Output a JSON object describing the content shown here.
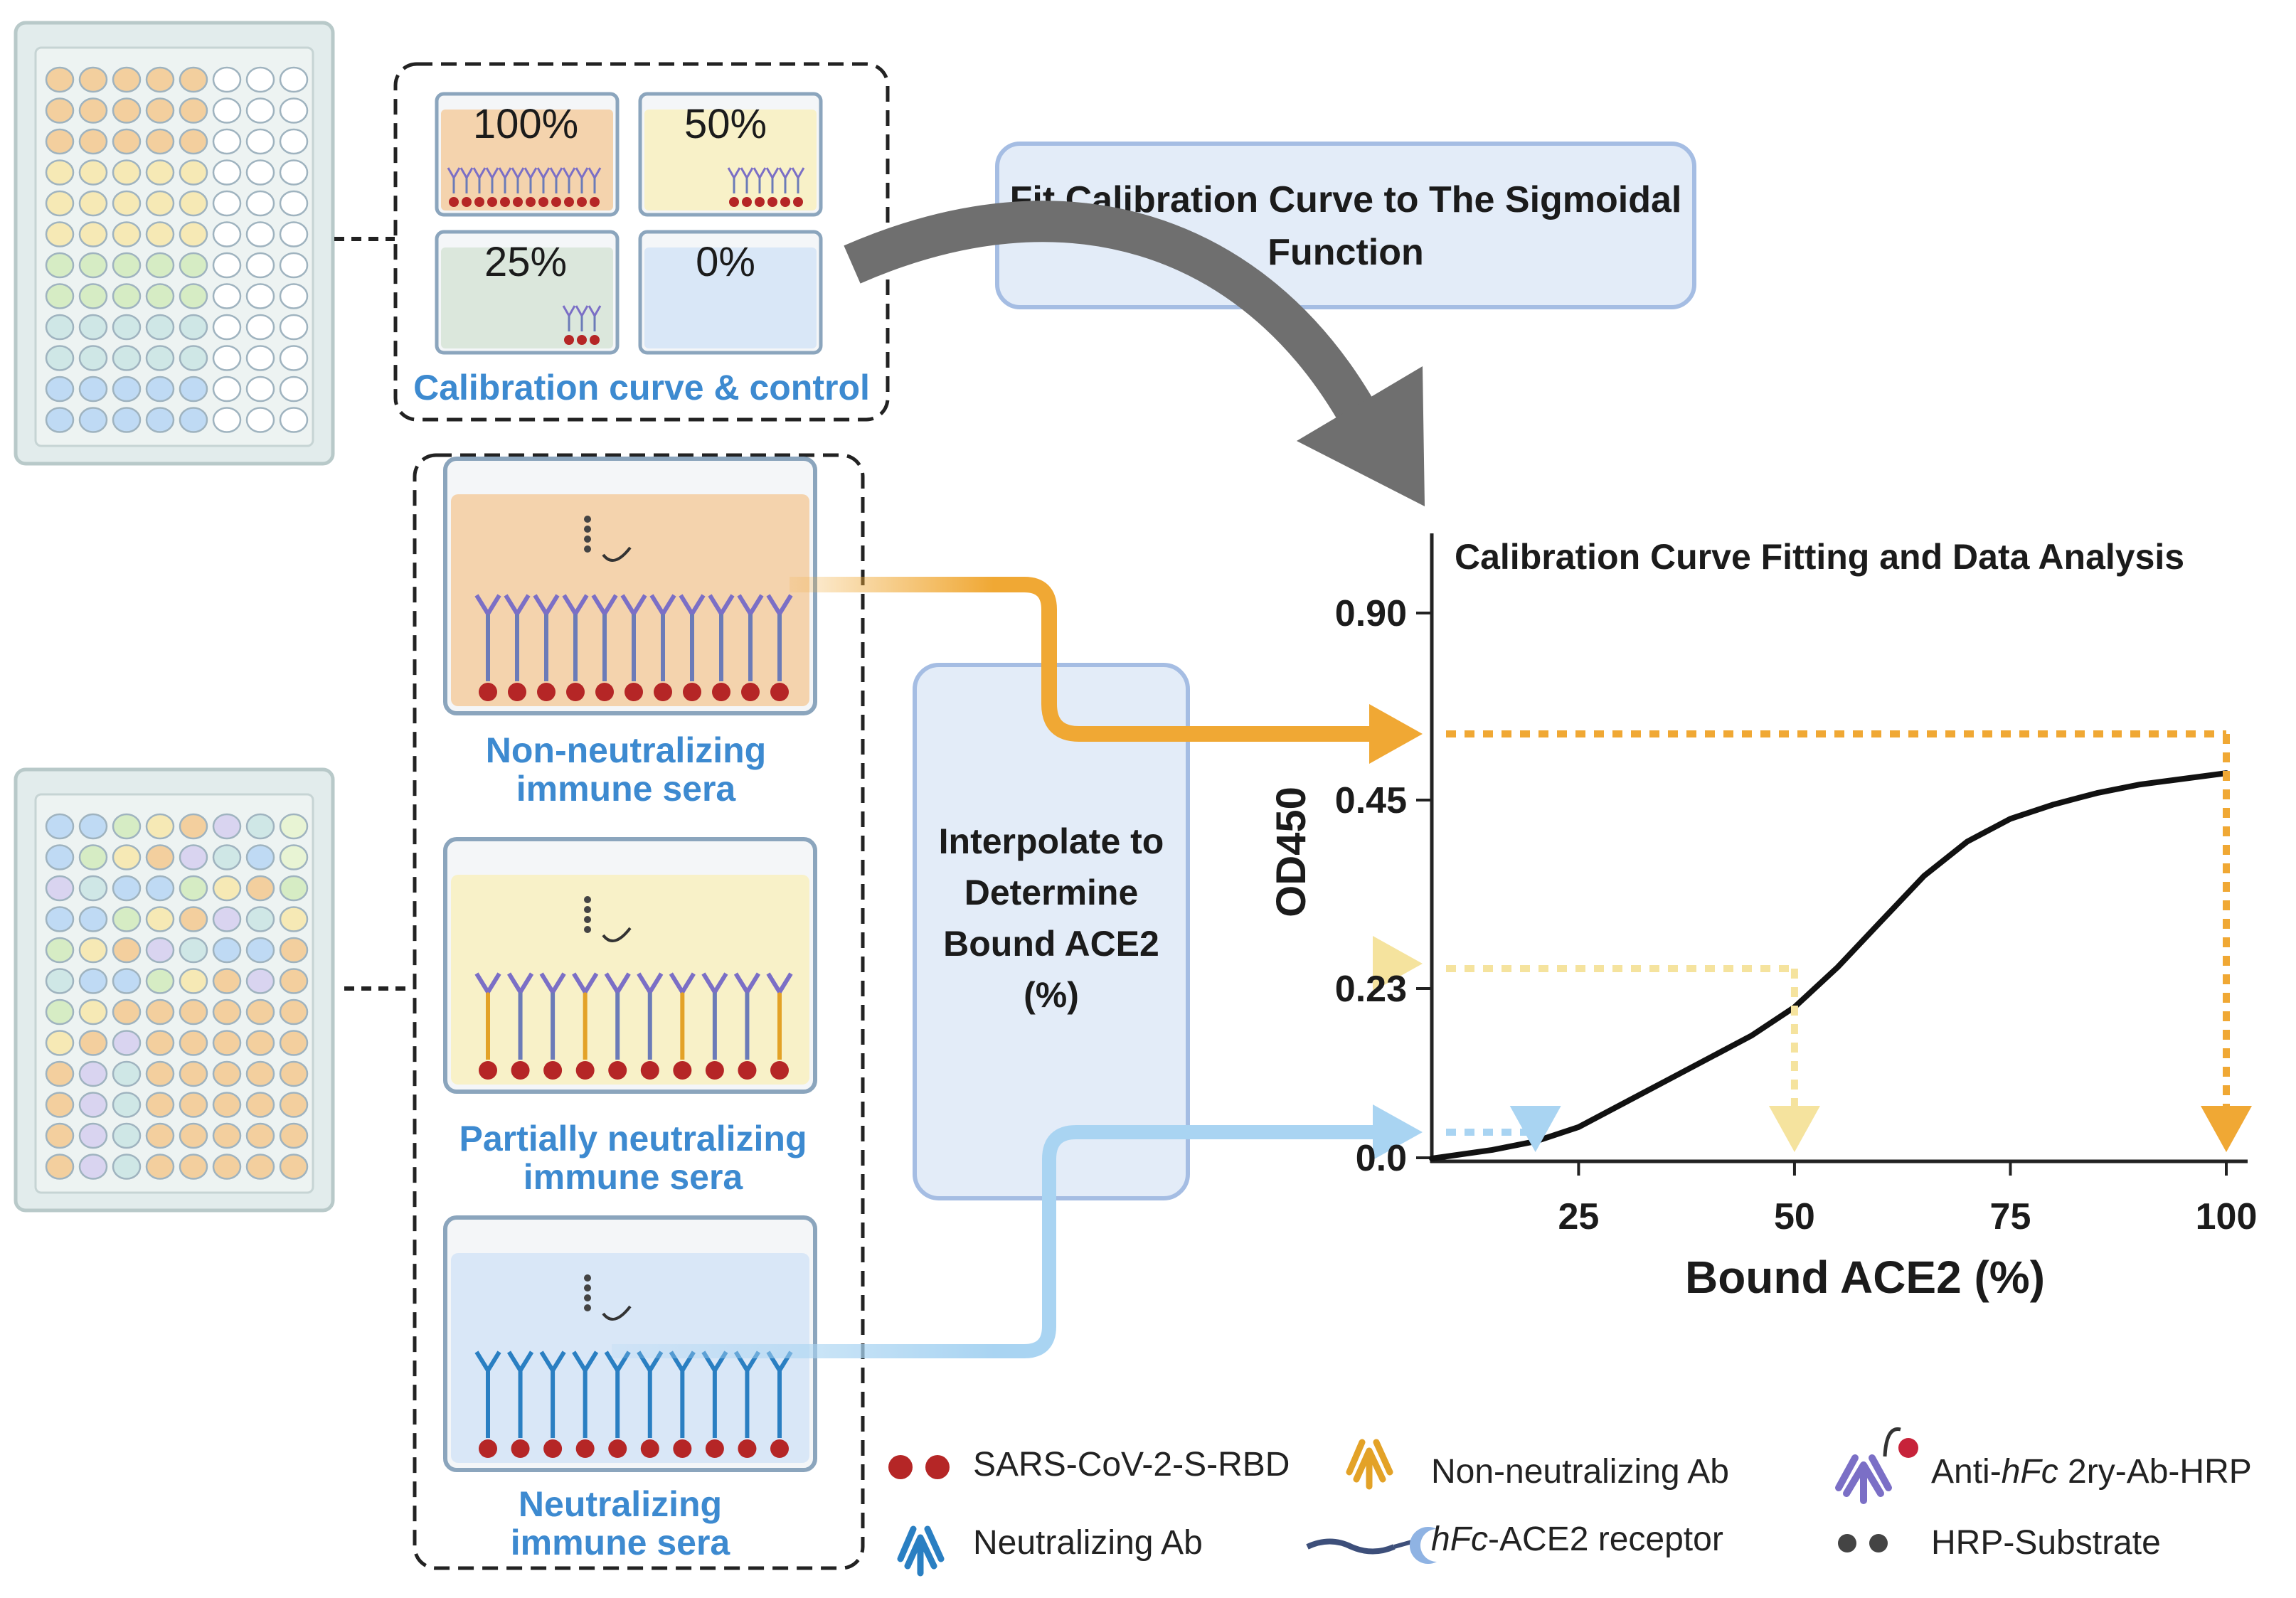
{
  "calibration": {
    "wells": [
      {
        "pct": "100%",
        "fill": "#f4d3ad"
      },
      {
        "pct": "50%",
        "fill": "#f8f1c8"
      },
      {
        "pct": "25%",
        "fill": "#dbe7dc"
      },
      {
        "pct": "0%",
        "fill": "#d9e7f7"
      }
    ],
    "label": "Calibration curve & control"
  },
  "fit_box": {
    "line1": "Fit Calibration Curve to The Sigmoidal",
    "line2": "Function"
  },
  "interp_box": {
    "lines": [
      "Interpolate to",
      "Determine",
      "Bound ACE2",
      "(%)"
    ]
  },
  "samples": [
    {
      "line1": "Non-neutralizing",
      "line2": "immune sera",
      "fill": "#f4d3ad"
    },
    {
      "line1": "Partially neutralizing",
      "line2": "immune sera",
      "fill": "#f8f1c8"
    },
    {
      "line1": "Neutralizing",
      "line2": "immune sera",
      "fill": "#d9e7f7"
    }
  ],
  "chart_data": {
    "type": "line",
    "title": "Calibration Curve Fitting and Data Analysis",
    "xlabel": "Bound ACE2 (%)",
    "ylabel": "OD450",
    "x_ticks": [
      "25",
      "50",
      "75",
      "100"
    ],
    "y_ticks": [
      "0.0",
      "0.23",
      "0.45",
      "0.90"
    ],
    "xlim": [
      8,
      100
    ],
    "ylim": [
      0,
      1.05
    ],
    "series": [
      {
        "x": [
          8,
          15,
          20,
          25,
          30,
          35,
          40,
          45,
          50,
          55,
          60,
          65,
          70,
          75,
          80,
          85,
          90,
          95,
          100
        ],
        "y": [
          0.005,
          0.02,
          0.035,
          0.06,
          0.1,
          0.14,
          0.18,
          0.22,
          0.27,
          0.34,
          0.42,
          0.5,
          0.56,
          0.6,
          0.625,
          0.645,
          0.66,
          0.67,
          0.68
        ]
      }
    ],
    "markers": [
      {
        "x": 100,
        "y": 0.68,
        "color": "#f0a834"
      },
      {
        "x": 50,
        "y": 0.27,
        "color": "#f5e39e"
      },
      {
        "x": 20,
        "y": 0.035,
        "color": "#a9d4f2"
      }
    ]
  },
  "legend": [
    {
      "label": "SARS-CoV-2-S-RBD"
    },
    {
      "label": "Non-neutralizing Ab"
    },
    {
      "pre": "Anti-",
      "it": "hFc",
      "post": " 2ry-Ab-HRP"
    },
    {
      "label": "Neutralizing Ab"
    },
    {
      "pre": "",
      "it": "hFc",
      "post": "-ACE2 receptor"
    },
    {
      "label": "HRP-Substrate"
    }
  ]
}
